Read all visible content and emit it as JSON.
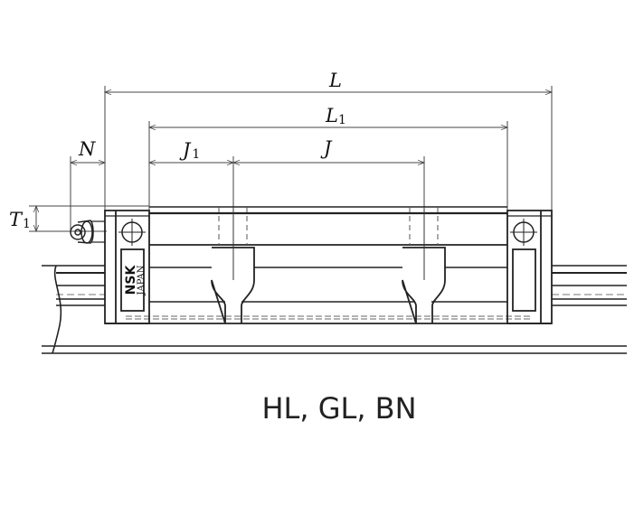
{
  "diagram": {
    "type": "technical-drawing",
    "subject": "linear guide ball slide with grease nipple (side view)",
    "caption": "HL, GL, BN",
    "dimensions": {
      "L": {
        "symbol": "L",
        "subscript": ""
      },
      "L1": {
        "symbol": "L",
        "subscript": "1"
      },
      "N": {
        "symbol": "N",
        "subscript": ""
      },
      "J1": {
        "symbol": "J",
        "subscript": "1"
      },
      "J": {
        "symbol": "J",
        "subscript": ""
      },
      "T1": {
        "symbol": "T",
        "subscript": "1"
      }
    },
    "logo": {
      "brand": "NSK",
      "origin": "JAPAN"
    },
    "colors": {
      "line": "#222222",
      "dim_line": "#444444",
      "background": "#ffffff"
    }
  }
}
